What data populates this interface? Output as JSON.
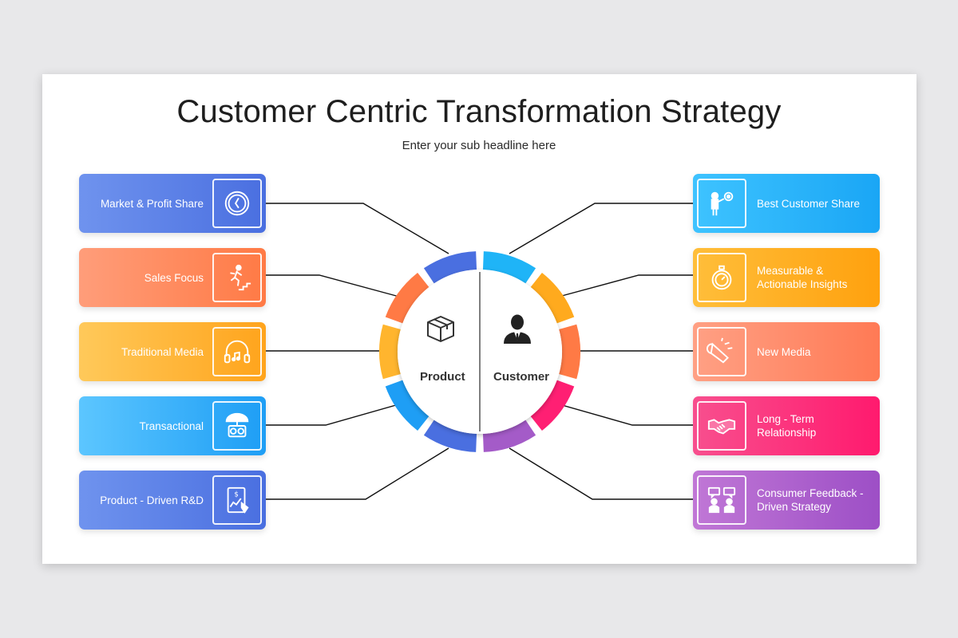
{
  "title": "Customer Centric Transformation Strategy",
  "subtitle": "Enter your sub headline here",
  "center": {
    "left_label": "Product",
    "right_label": "Customer",
    "left_icon": "box-icon",
    "right_icon": "businessman-icon"
  },
  "left_items": [
    {
      "label": "Market & Profit Share",
      "icon": "clock-icon",
      "color_from": "#6f93ee",
      "color_to": "#4a6fe0"
    },
    {
      "label": "Sales Focus",
      "icon": "climbing-stairs-icon",
      "color_from": "#ff9d7a",
      "color_to": "#ff7a45"
    },
    {
      "label": "Traditional Media",
      "icon": "headphones-icon",
      "color_from": "#ffc95a",
      "color_to": "#ffa41c"
    },
    {
      "label": "Transactional",
      "icon": "money-umbrella-icon",
      "color_from": "#5cc6ff",
      "color_to": "#1e9ef5"
    },
    {
      "label": "Product  - Driven R&D",
      "icon": "tablet-chart-icon",
      "color_from": "#6f93ee",
      "color_to": "#4a6fe0"
    }
  ],
  "right_items": [
    {
      "label": "Best Customer Share",
      "icon": "presenter-gear-icon",
      "color_from": "#3ec3ff",
      "color_to": "#1aa6f5"
    },
    {
      "label": "Measurable & Actionable Insights",
      "icon": "stopwatch-icon",
      "color_from": "#ffbe3a",
      "color_to": "#ffa10e"
    },
    {
      "label": "New Media",
      "icon": "megaphone-icon",
      "color_from": "#ffa084",
      "color_to": "#ff7a55"
    },
    {
      "label": "Long - Term Relationship",
      "icon": "handshake-icon",
      "color_from": "#f84f8e",
      "color_to": "#ff1a6e"
    },
    {
      "label": "Consumer Feedback - Driven Strategy",
      "icon": "feedback-chat-icon",
      "color_from": "#c077d6",
      "color_to": "#9d4fc6"
    }
  ],
  "ring_colors": [
    "#1fb4f7",
    "#ffaa1e",
    "#ff7a45",
    "#ff1f73",
    "#a45bc8",
    "#4a6fe0",
    "#1e9ef5",
    "#ffb52e",
    "#ff7a45",
    "#4a6fe0"
  ]
}
